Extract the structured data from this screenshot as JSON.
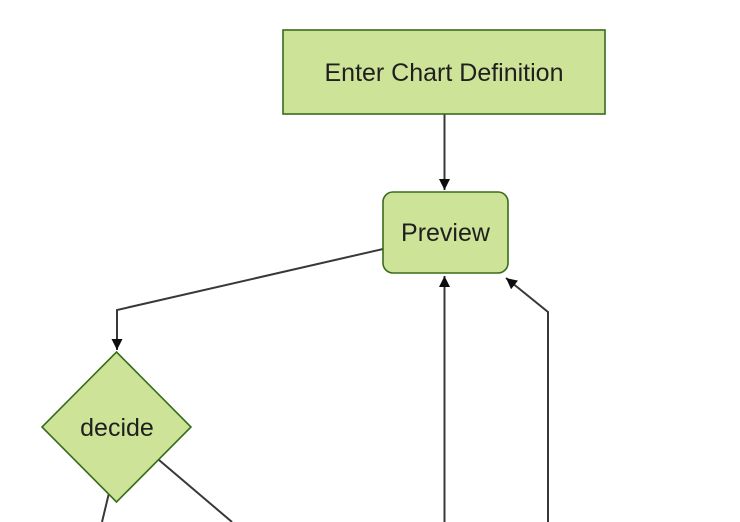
{
  "diagram": {
    "type": "flowchart",
    "direction": "top-down",
    "nodes": [
      {
        "id": "enter-chart-definition",
        "label": "Enter Chart Definition",
        "shape": "rectangle"
      },
      {
        "id": "preview",
        "label": "Preview",
        "shape": "rounded-rectangle"
      },
      {
        "id": "decide",
        "label": "decide",
        "shape": "diamond"
      }
    ],
    "edges": [
      {
        "from": "enter-chart-definition",
        "to": "preview",
        "arrowhead": true
      },
      {
        "from": "preview",
        "to": "decide",
        "arrowhead": true
      },
      {
        "from": "offscreen-bottom",
        "to": "preview",
        "arrowhead": true
      },
      {
        "from": "offscreen-bottom-right",
        "to": "preview",
        "arrowhead": true
      },
      {
        "from": "decide",
        "to": "offscreen-bottom-left",
        "arrowhead": false
      },
      {
        "from": "decide",
        "to": "offscreen-bottom-right",
        "arrowhead": false
      }
    ],
    "colors": {
      "background": "#ffffff",
      "node_fill": "#cde498",
      "node_border": "#386c1c",
      "edge_line": "#383838",
      "arrowhead": "#0d0d0d",
      "text": "#1f1f1f"
    }
  }
}
